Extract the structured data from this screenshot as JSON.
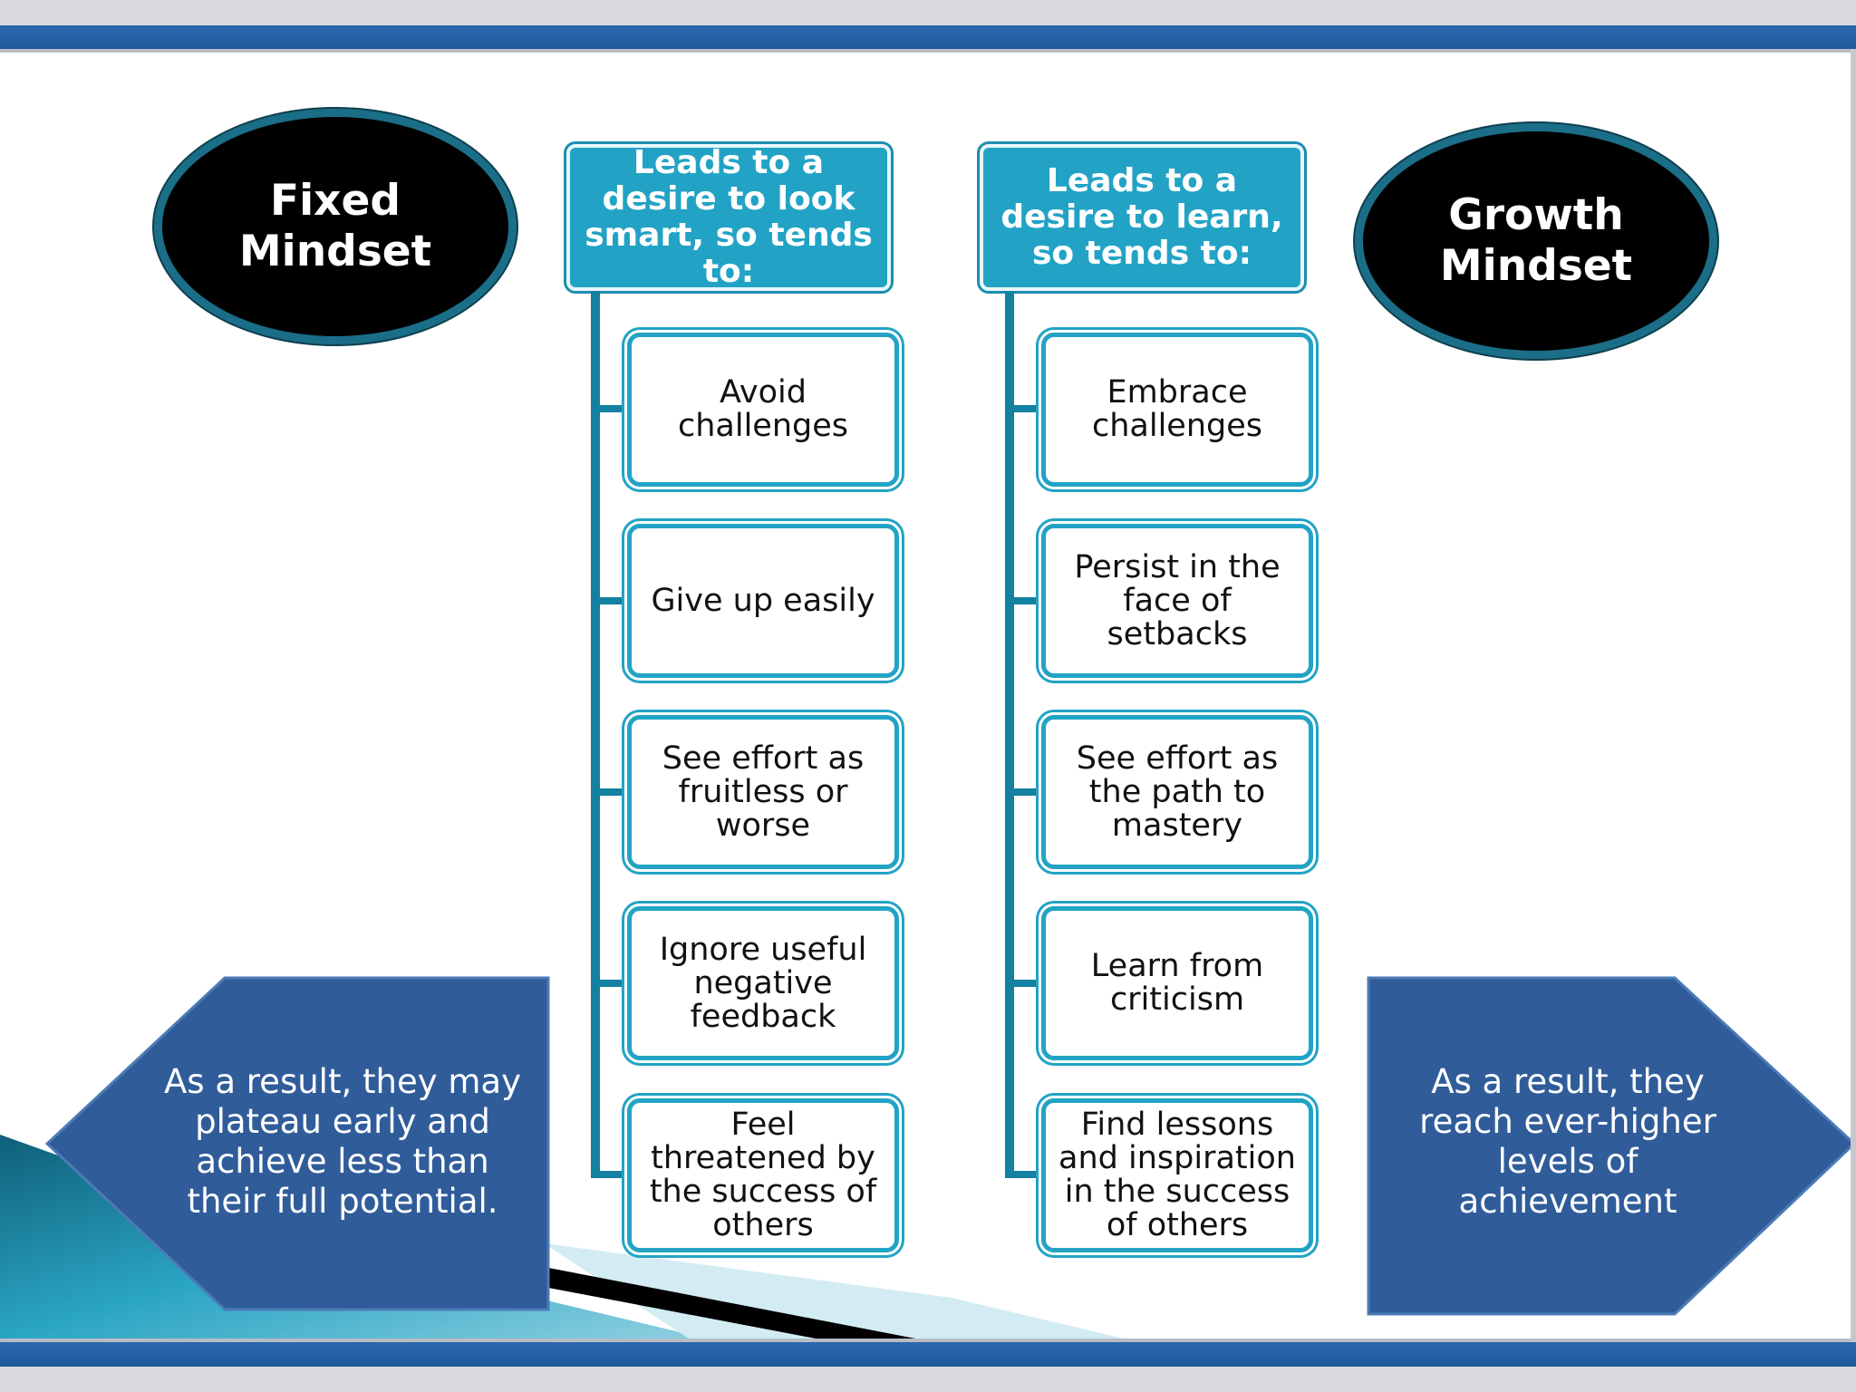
{
  "fixed": {
    "title": "Fixed Mindset",
    "header": "Leads to a desire to look smart, so tends to:",
    "items": [
      "Avoid challenges",
      "Give up easily",
      "See effort as fruitless or worse",
      "Ignore useful negative feedback",
      "Feel threatened by the success of others"
    ],
    "result": "As a result, they may plateau early and achieve less than their full potential."
  },
  "growth": {
    "title": "Growth Mindset",
    "header": "Leads to a desire to learn, so tends to:",
    "items": [
      "Embrace challenges",
      "Persist in the face of setbacks",
      "See effort as the path to mastery",
      "Learn from criticism",
      "Find lessons and inspiration in the success of others"
    ],
    "result": "As a result, they reach ever-higher levels of achievement"
  },
  "colors": {
    "header_fill": "#22a3c5",
    "box_border": "#22a3c5",
    "connector": "#1481a0",
    "oval_fill": "#000000",
    "oval_border": "#1b6e87",
    "arrow_fill": "#305c9a",
    "frame_blue": "#2a67ad"
  }
}
